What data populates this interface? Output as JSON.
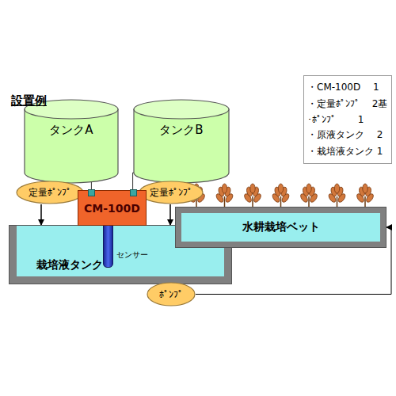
{
  "diagram": {
    "title": "設置例",
    "nodes": [
      {
        "text": [
          "タンクA"
        ]
      },
      {
        "text": [
          "タンクB"
        ]
      },
      {
        "text": [
          "定量ﾎﾟﾝﾌﾟ"
        ]
      },
      {
        "text": [
          "CM-100D"
        ]
      },
      {
        "text": [
          "定量ﾎﾟﾝﾌﾟ"
        ]
      },
      {
        "text": [
          "栽培液タンク"
        ]
      },
      {
        "text": [
          "センサー"
        ],
        "in": 5
      },
      {
        "text": [
          "水耕栽培ベット"
        ]
      },
      {
        "text": [
          "ﾎﾟﾝﾌﾟ"
        ]
      },
      {
        "text": [
          "・CM-100D　 1",
          "・定量ﾎﾟﾝﾌﾟ　 2基",
          "・ﾎﾟﾝﾌﾟ　　 1",
          "・原液タンク　 2",
          "・栽培液タンク 1"
        ]
      }
    ],
    "edges": [
      {
        "from": 2,
        "to": 5,
        "arrow": "to"
      },
      {
        "from": 4,
        "to": 5,
        "arrow": "to"
      },
      {
        "from": 3,
        "to": 2,
        "arrow": "none"
      },
      {
        "from": 3,
        "to": 4,
        "arrow": "none"
      },
      {
        "from": 8,
        "to": 7,
        "arrow": "to"
      }
    ]
  }
}
